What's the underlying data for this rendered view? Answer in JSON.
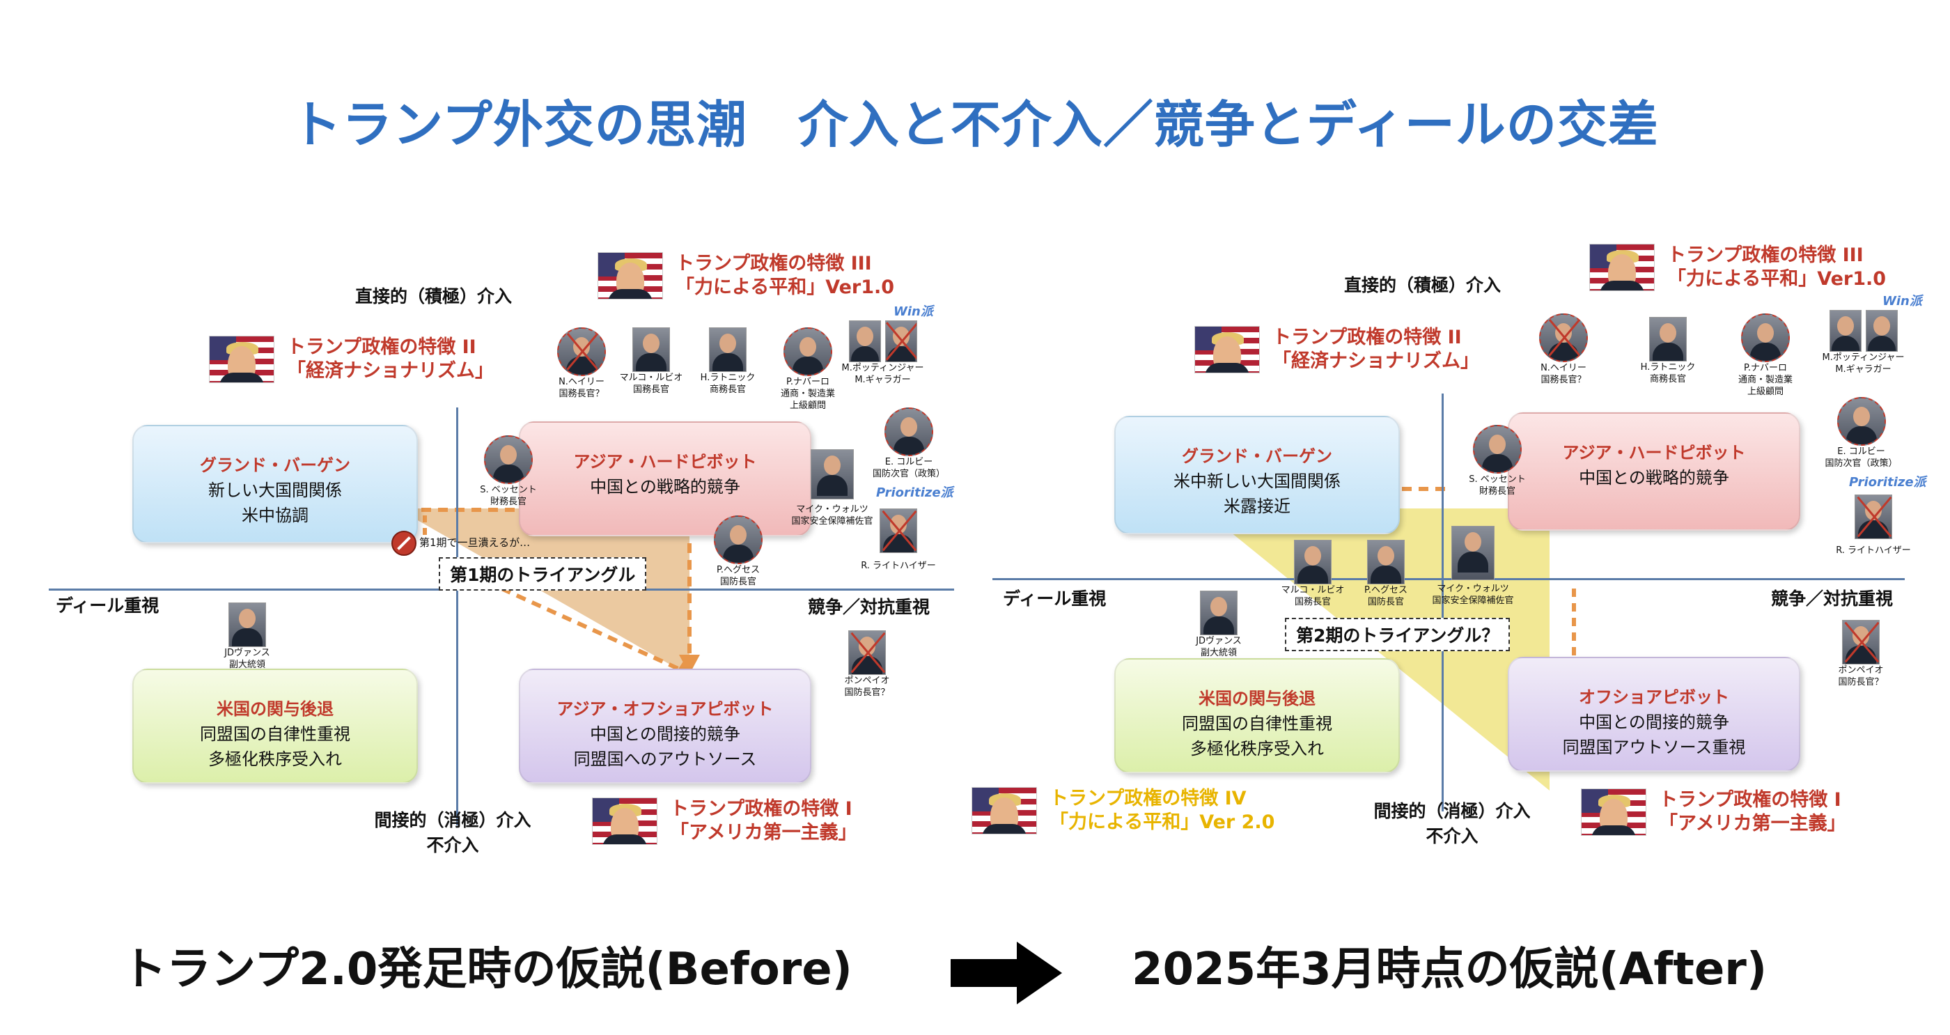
{
  "title": "トランプ外交の思潮　介入と不介入／競争とディールの交差",
  "before": {
    "axis_top": "直接的（積極）介入",
    "axis_bottom_1": "間接的（消極）介入",
    "axis_bottom_2": "不介入",
    "axis_left": "ディール重視",
    "axis_right": "競争／対抗重視",
    "feat3_line1": "トランプ政権の特徴 III",
    "feat3_line2": "「力による平和」Ver1.0",
    "feat2_line1": "トランプ政権の特徴 II",
    "feat2_line2": "「経済ナショナリズム」",
    "feat1_line1": "トランプ政権の特徴 I",
    "feat1_line2": "「アメリカ第一主義」",
    "box_grand_title": "グランド・バーゲン",
    "box_grand_l1": "新しい大国間関係",
    "box_grand_l2": "米中協調",
    "box_hard_title": "アジア・ハードピボット",
    "box_hard_l1": "中国との戦略的競争",
    "box_retreat_title": "米国の関与後退",
    "box_retreat_l1": "同盟国の自律性重視",
    "box_retreat_l2": "多極化秩序受入れ",
    "box_offshore_title": "アジア・オフショアピボット",
    "box_offshore_l1": "中国との間接的競争",
    "box_offshore_l2": "同盟国へのアウトソース",
    "triangle_label": "第1期のトライアングル",
    "note": "第1期で一旦潰えるが…",
    "win_tag": "Win派",
    "prioritize_tag": "Prioritize派",
    "people": {
      "haley": [
        "N.ヘイリー",
        "国務長官？"
      ],
      "rubio": [
        "マルコ・ルビオ",
        "国務長官"
      ],
      "lutnick": [
        "H.ラトニック",
        "商務長官"
      ],
      "navarro": [
        "P.ナバーロ",
        "通商・製造業",
        "上級顧問"
      ],
      "pottinger": [
        "M.ポッティンジャー",
        "M.ギャラガー"
      ],
      "colby": [
        "E. コルビー",
        "国防次官（政策）"
      ],
      "bessent": [
        "S. ベッセント",
        "財務長官"
      ],
      "waltz": [
        "マイク・ウォルツ",
        "国家安全保障補佐官"
      ],
      "hegseth": [
        "P.ヘグセス",
        "国防長官"
      ],
      "lighthizer": [
        "R. ライトハイザー"
      ],
      "vance": [
        "JDヴァンス",
        "副大統領"
      ],
      "pompeo": [
        "ポンペイオ",
        "国防長官？"
      ]
    }
  },
  "after": {
    "axis_top": "直接的（積極）介入",
    "axis_bottom_1": "間接的（消極）介入",
    "axis_bottom_2": "不介入",
    "axis_left": "ディール重視",
    "axis_right": "競争／対抗重視",
    "feat3_line1": "トランプ政権の特徴 III",
    "feat3_line2": "「力による平和」Ver1.0",
    "feat2_line1": "トランプ政権の特徴 II",
    "feat2_line2": "「経済ナショナリズム」",
    "feat1_line1": "トランプ政権の特徴 I",
    "feat1_line2": "「アメリカ第一主義」",
    "feat4_line1": "トランプ政権の特徴 IV",
    "feat4_line2": "「力による平和」Ver 2.0",
    "box_grand_title": "グランド・バーゲン",
    "box_grand_l1": "米中新しい大国間関係",
    "box_grand_l2": "米露接近",
    "box_hard_title": "アジア・ハードピボット",
    "box_hard_l1": "中国との戦略的競争",
    "box_retreat_title": "米国の関与後退",
    "box_retreat_l1": "同盟国の自律性重視",
    "box_retreat_l2": "多極化秩序受入れ",
    "box_offshore_title": "オフショアピボット",
    "box_offshore_l1": "中国との間接的競争",
    "box_offshore_l2": "同盟国アウトソース重視",
    "triangle_label": "第2期のトライアングル？",
    "win_tag": "Win派",
    "prioritize_tag": "Prioritize派",
    "people": {
      "haley": [
        "N.ヘイリー",
        "国務長官？"
      ],
      "lutnick": [
        "H.ラトニック",
        "商務長官"
      ],
      "navarro": [
        "P.ナバーロ",
        "通商・製造業",
        "上級顧問"
      ],
      "pottinger": [
        "M.ポッティンジャー",
        "M.ギャラガー"
      ],
      "colby": [
        "E. コルビー",
        "国防次官（政策）"
      ],
      "bessent": [
        "S. ベッセント",
        "財務長官"
      ],
      "lighthizer": [
        "R. ライトハイザー"
      ],
      "rubio": [
        "マルコ・ルビオ",
        "国務長官"
      ],
      "hegseth": [
        "P.ヘグセス",
        "国防長官"
      ],
      "waltz": [
        "マイク・ウォルツ",
        "国家安全保障補佐官"
      ],
      "vance": [
        "JDヴァンス",
        "副大統領"
      ],
      "pompeo": [
        "ポンペイオ",
        "国防長官？"
      ]
    }
  },
  "bottom_before": "トランプ2.0発足時の仮説(Before)",
  "bottom_after": "2025年3月時点の仮説(After)",
  "colors": {
    "title": "#2f6fc0",
    "feature_red": "#c0392b",
    "feature_yellow": "#e8b400",
    "arrow_orange": "#e8964a",
    "triangle_before": "#e7c08f",
    "triangle_after": "#efe27a"
  }
}
